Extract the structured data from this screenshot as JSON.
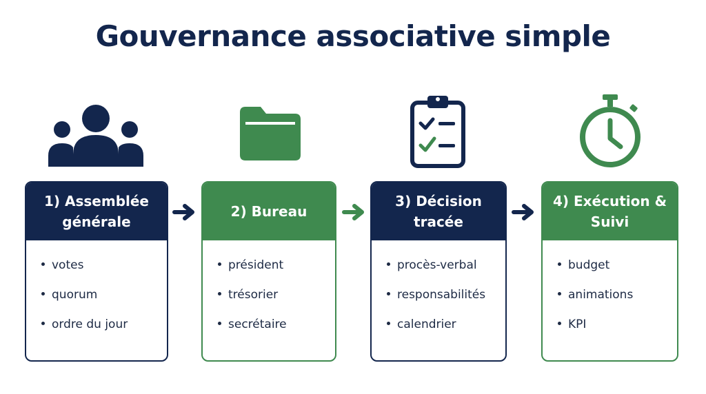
{
  "title": "Gouvernance associative simple",
  "colors": {
    "navy": "#13264d",
    "green": "#3f8a4f"
  },
  "steps": [
    {
      "header_line1": "1) Assemblée",
      "header_line2": "générale",
      "color": "navy",
      "icon": "group-icon",
      "items": [
        "votes",
        "quorum",
        "ordre du jour"
      ]
    },
    {
      "header_line1": "2) Bureau",
      "header_line2": "",
      "color": "green",
      "icon": "folder-icon",
      "items": [
        "président",
        "trésorier",
        "secrétaire"
      ]
    },
    {
      "header_line1": "3) Décision",
      "header_line2": "tracée",
      "color": "navy",
      "icon": "clipboard-checklist-icon",
      "items": [
        "procès-verbal",
        "responsabilités",
        "calendrier"
      ]
    },
    {
      "header_line1": "4) Exécution &",
      "header_line2": "Suivi",
      "color": "green",
      "icon": "stopwatch-icon",
      "items": [
        "budget",
        "animations",
        "KPI"
      ]
    }
  ],
  "arrows": [
    {
      "from": 1,
      "to": 2,
      "color": "navy",
      "icon": "arrow-right-icon"
    },
    {
      "from": 2,
      "to": 3,
      "color": "green",
      "icon": "arrow-right-icon"
    },
    {
      "from": 3,
      "to": 4,
      "color": "navy",
      "icon": "arrow-right-icon"
    }
  ]
}
